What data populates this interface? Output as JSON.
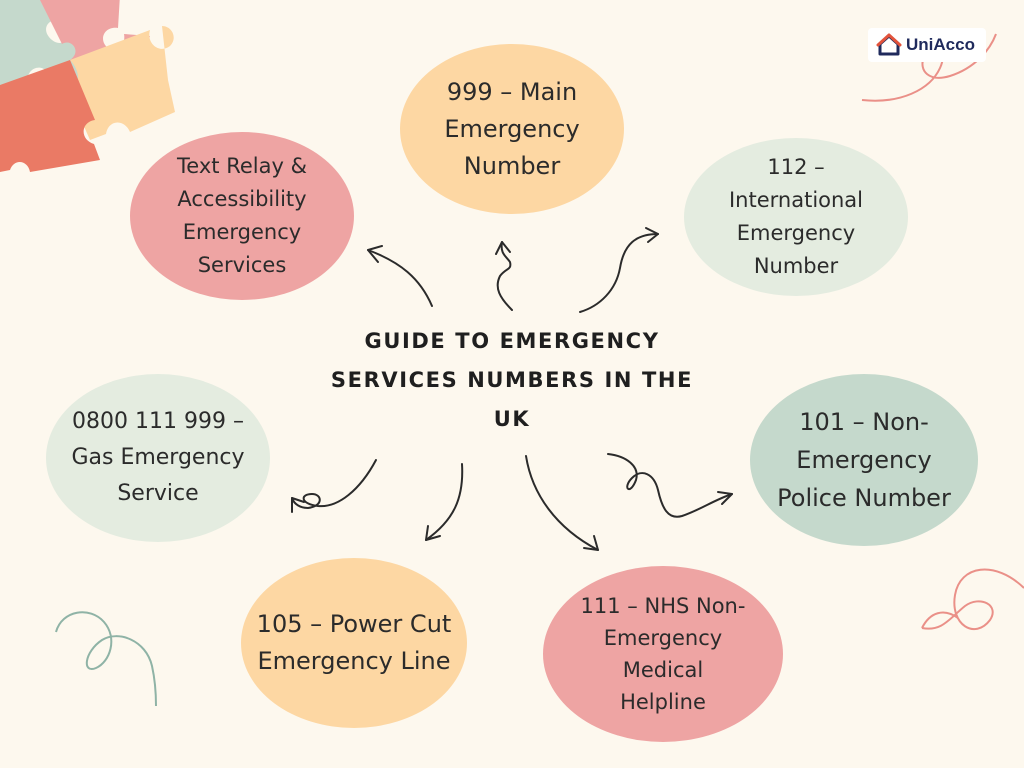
{
  "title": "GUIDE TO EMERGENCY SERVICES NUMBERS IN THE UK",
  "brand": {
    "name": "UniAcco"
  },
  "colors": {
    "peach": "#fdd7a3",
    "rose": "#eea4a3",
    "mint": "#e4ece0",
    "sage": "#c5d9cc",
    "coral": "#ea7a65",
    "navy": "#1f2a5c",
    "background": "#fdf8ee"
  },
  "nodes": [
    {
      "id": "999",
      "label": "999 – Main\nEmergency\nNumber",
      "color": "peach"
    },
    {
      "id": "112",
      "label": "112 –\nInternational\nEmergency\nNumber",
      "color": "mint"
    },
    {
      "id": "text-relay",
      "label": "Text Relay &\nAccessibility\nEmergency\nServices",
      "color": "rose"
    },
    {
      "id": "0800",
      "label": "0800 111 999 –\nGas Emergency\nService",
      "color": "mint"
    },
    {
      "id": "101",
      "label": "101 – Non-\nEmergency\nPolice Number",
      "color": "sage"
    },
    {
      "id": "105",
      "label": "105 – Power Cut\nEmergency Line",
      "color": "peach"
    },
    {
      "id": "111",
      "label": "111 – NHS Non-\nEmergency\nMedical\nHelpline",
      "color": "rose"
    }
  ],
  "icons": [
    "home-logo-icon",
    "puzzle-pieces-icon",
    "squiggle-icon"
  ]
}
